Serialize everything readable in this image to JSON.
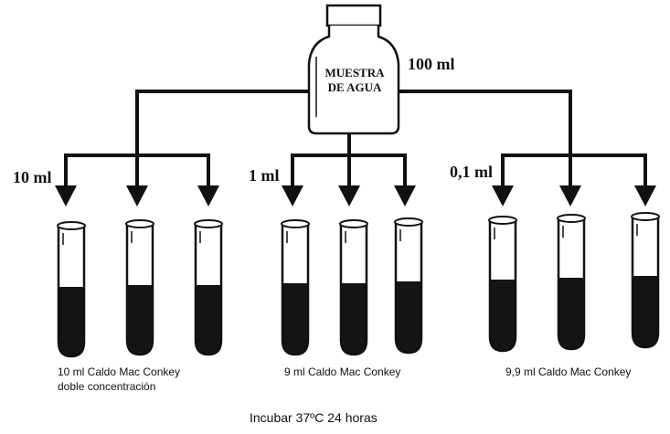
{
  "bottle": {
    "line1": "MUESTRA",
    "line2": "DE AGUA",
    "volume": "100 ml"
  },
  "groups": [
    {
      "volume_label": "10 ml",
      "caption_line1": "10  ml  Caldo  Mac  Conkey",
      "caption_line2": "doble concentración"
    },
    {
      "volume_label": "1 ml",
      "caption_line1": "9 ml Caldo Mac Conkey",
      "caption_line2": ""
    },
    {
      "volume_label": "0,1 ml",
      "caption_line1": "9,9 ml Caldo Mac Conkey",
      "caption_line2": ""
    }
  ],
  "footer": {
    "incubation": "Incubar  37ºC 24 horas"
  },
  "colors": {
    "ink": "#111111",
    "liquid": "#141414",
    "background": "#ffffff"
  }
}
